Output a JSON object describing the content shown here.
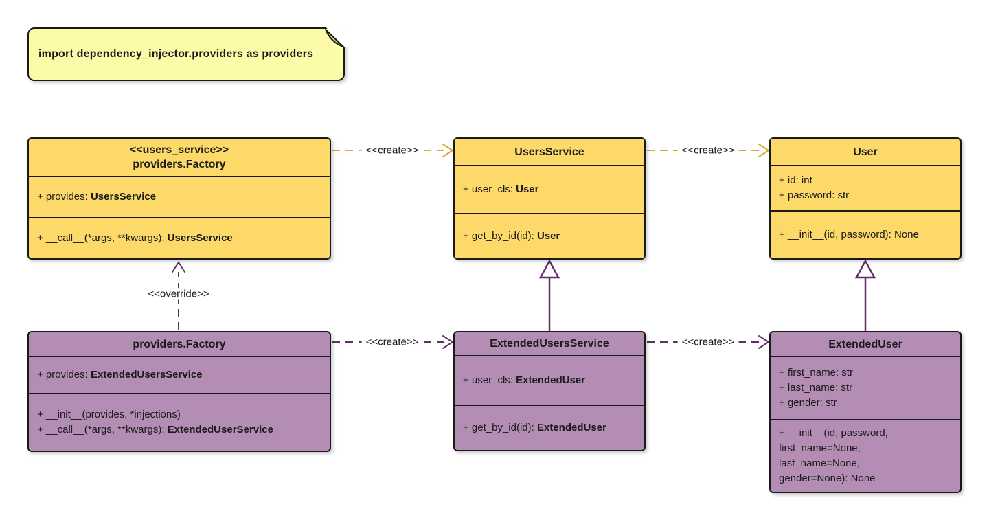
{
  "note": {
    "text": "import dependency_injector.providers as providers"
  },
  "classes": [
    {
      "id": "factory-users-service",
      "stereotype": "<<users_service>>",
      "name": "providers.Factory",
      "attributes": [
        {
          "text": "+ provides: ",
          "type": "UsersService"
        }
      ],
      "methods": [
        {
          "text": "+ __call__(*args, **kwargs): ",
          "type": "UsersService"
        }
      ]
    },
    {
      "id": "users-service",
      "name": "UsersService",
      "attributes": [
        {
          "text": "+ user_cls: ",
          "type": "User"
        }
      ],
      "methods": [
        {
          "text": "+ get_by_id(id): ",
          "type": "User"
        }
      ]
    },
    {
      "id": "user",
      "name": "User",
      "attributes": [
        {
          "text": "+ id: int"
        },
        {
          "text": "+ password: str"
        }
      ],
      "methods": [
        {
          "text": "+ __init__(id, password): None"
        }
      ]
    },
    {
      "id": "factory-extended",
      "name": "providers.Factory",
      "attributes": [
        {
          "text": "+ provides: ",
          "type": "ExtendedUsersService"
        }
      ],
      "methods": [
        {
          "text": "+ __init__(provides, *injections)"
        },
        {
          "text": "+ __call__(*args, **kwargs): ",
          "type": "ExtendedUserService"
        }
      ]
    },
    {
      "id": "extended-users-service",
      "name": "ExtendedUsersService",
      "attributes": [
        {
          "text": "+ user_cls: ",
          "type": "ExtendedUser"
        }
      ],
      "methods": [
        {
          "text": "+ get_by_id(id): ",
          "type": "ExtendedUser"
        }
      ]
    },
    {
      "id": "extended-user",
      "name": "ExtendedUser",
      "attributes": [
        {
          "text": "+ first_name: str"
        },
        {
          "text": "+ last_name: str"
        },
        {
          "text": "+ gender: str"
        }
      ],
      "methods": [
        {
          "text": "+ __init__(id, password,"
        },
        {
          "text": "first_name=None,"
        },
        {
          "text": "last_name=None,"
        },
        {
          "text": "gender=None): None"
        }
      ]
    }
  ],
  "edges": [
    {
      "from": "factory-users-service",
      "to": "users-service",
      "relation": "create",
      "label": "<<create>>"
    },
    {
      "from": "users-service",
      "to": "user",
      "relation": "create",
      "label": "<<create>>"
    },
    {
      "from": "factory-extended",
      "to": "extended-users-service",
      "relation": "create",
      "label": "<<create>>"
    },
    {
      "from": "extended-users-service",
      "to": "extended-user",
      "relation": "create",
      "label": "<<create>>"
    },
    {
      "from": "factory-extended",
      "to": "factory-users-service",
      "relation": "override",
      "label": "<<override>>"
    },
    {
      "from": "extended-users-service",
      "to": "users-service",
      "relation": "inheritance",
      "label": ""
    },
    {
      "from": "extended-user",
      "to": "user",
      "relation": "inheritance",
      "label": ""
    }
  ],
  "colors": {
    "class_yellow": "#FCD968",
    "class_purple": "#B38DB3",
    "arrow_gold": "#D9A62E",
    "arrow_purple": "#622E68",
    "note_fill": "#FBFBA8",
    "note_fold": "#C9C87E",
    "border": "#1A1A1A",
    "text": "#1A1A1A"
  }
}
